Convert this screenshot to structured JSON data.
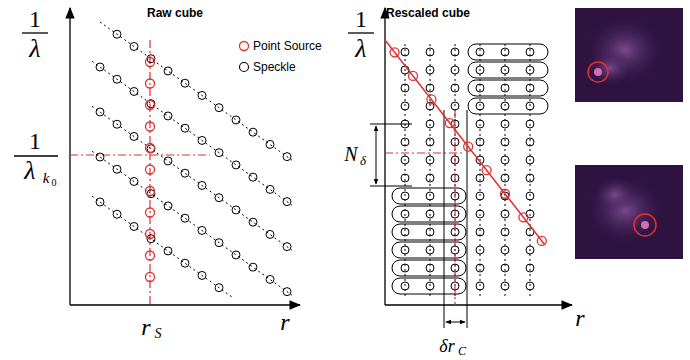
{
  "diagram": {
    "labels": [
      "Raw cube",
      "1",
      "λ",
      "1",
      "λ",
      "k",
      "0",
      "r",
      "S",
      "r",
      "Rescaled cube",
      "1",
      "λ",
      "N",
      "δ",
      "δr",
      "C",
      "r"
    ],
    "legend": [
      {
        "text": "Point Source"
      },
      {
        "text": "Speckle"
      }
    ]
  }
}
